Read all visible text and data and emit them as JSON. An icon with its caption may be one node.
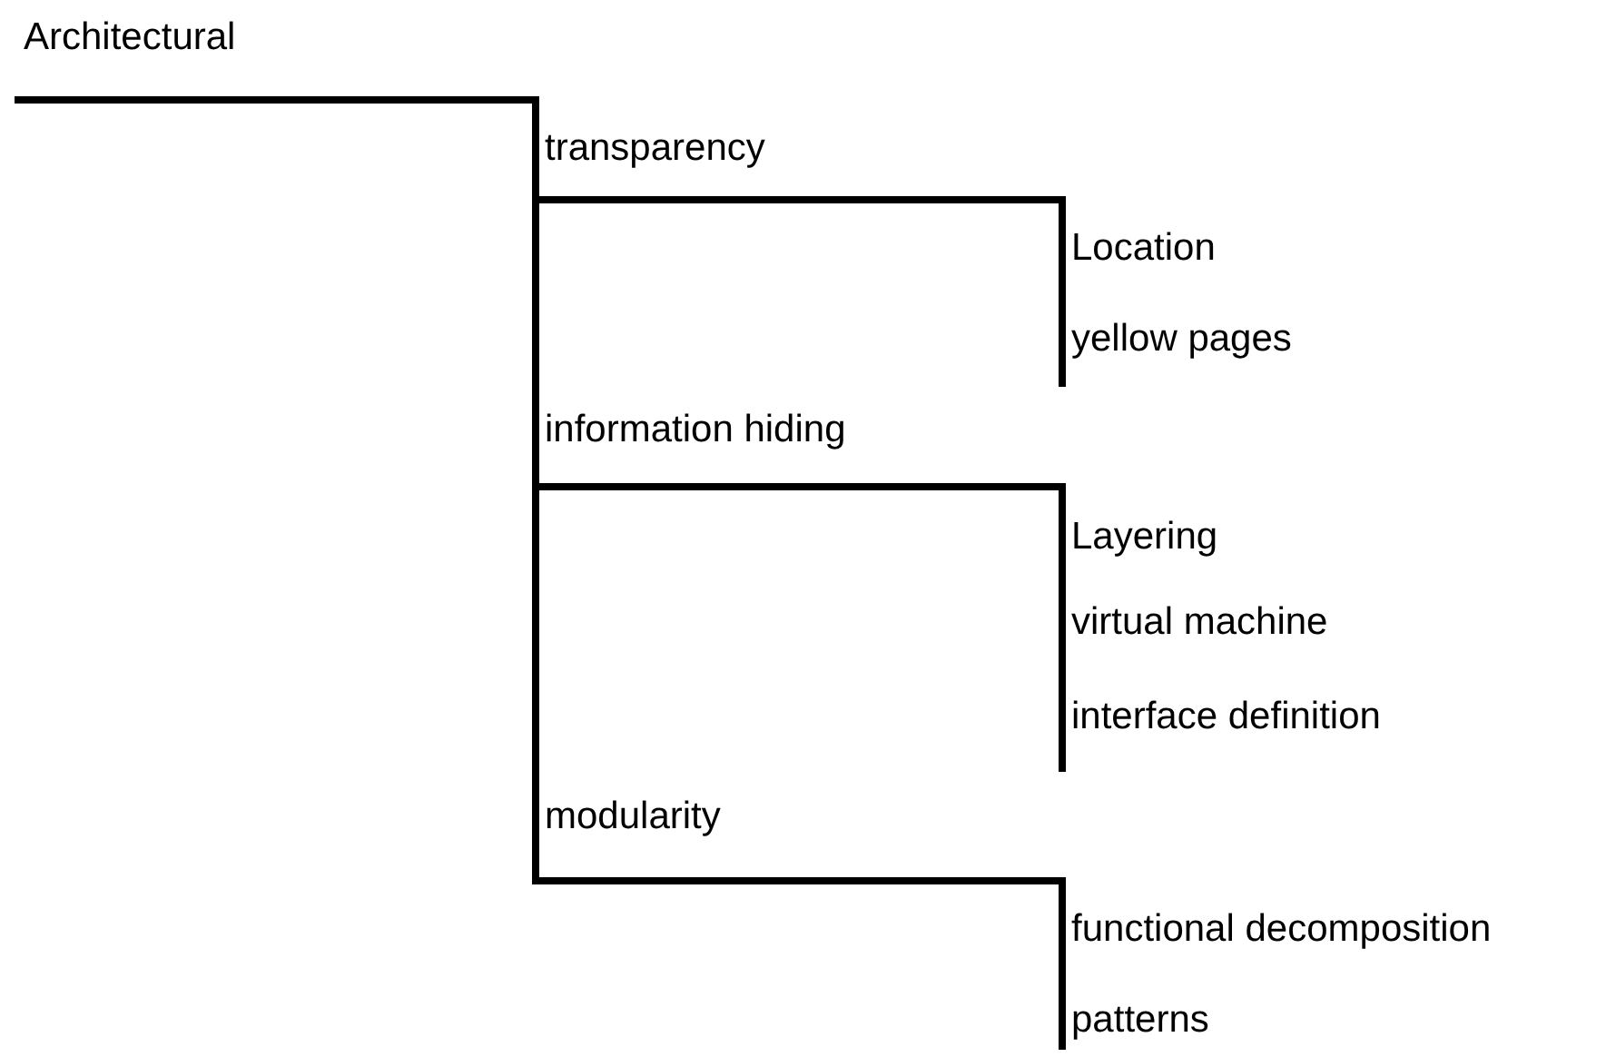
{
  "diagram": {
    "nodes": [
      {
        "text": [
          "Architectural"
        ]
      },
      {
        "text": [
          "transparency"
        ]
      },
      {
        "text": [
          "Location"
        ]
      },
      {
        "text": [
          "yellow pages"
        ]
      },
      {
        "text": [
          "information hiding"
        ]
      },
      {
        "text": [
          "Layering"
        ]
      },
      {
        "text": [
          "virtual machine"
        ]
      },
      {
        "text": [
          "interface definition"
        ]
      },
      {
        "text": [
          "modularity"
        ]
      },
      {
        "text": [
          "functional decomposition"
        ]
      },
      {
        "text": [
          "patterns"
        ]
      }
    ],
    "edges": [
      {
        "from": 0,
        "to": 1,
        "arrow": "none"
      },
      {
        "from": 0,
        "to": 4,
        "arrow": "none"
      },
      {
        "from": 0,
        "to": 8,
        "arrow": "none"
      },
      {
        "from": 1,
        "to": 2,
        "arrow": "none"
      },
      {
        "from": 1,
        "to": 3,
        "arrow": "none"
      },
      {
        "from": 4,
        "to": 5,
        "arrow": "none"
      },
      {
        "from": 4,
        "to": 6,
        "arrow": "none"
      },
      {
        "from": 4,
        "to": 7,
        "arrow": "none"
      },
      {
        "from": 8,
        "to": 9,
        "arrow": "none"
      },
      {
        "from": 8,
        "to": 10,
        "arrow": "none"
      }
    ]
  }
}
